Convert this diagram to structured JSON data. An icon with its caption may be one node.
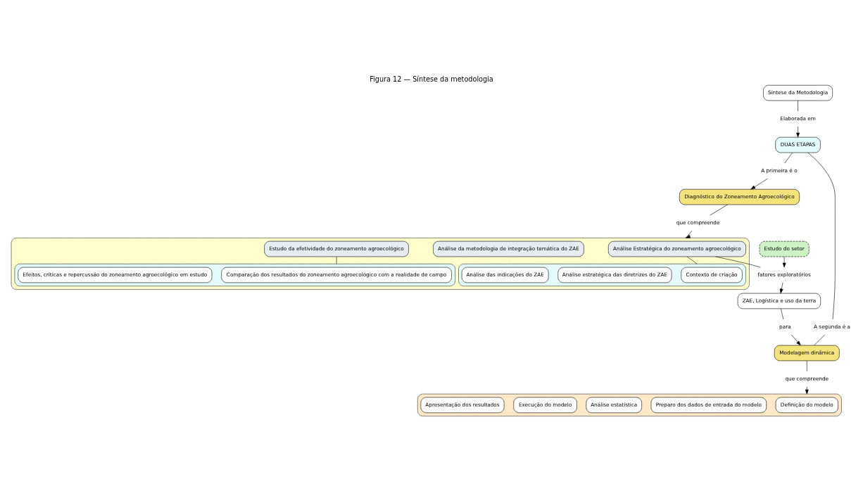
{
  "diagram": {
    "title": "Figura 12 — Síntese da metodologia",
    "nodes": [
      {
        "text": [
          "Síntese da Metodologia"
        ]
      },
      {
        "text": [
          "Elaborada em"
        ]
      },
      {
        "text": [
          "DUAS ETAPAS"
        ]
      },
      {
        "text": [
          "A primeira é o"
        ]
      },
      {
        "text": [
          "Diagnóstico do Zoneamento Agroecológico"
        ]
      },
      {
        "text": [
          "que compreende"
        ]
      },
      {
        "text": [],
        "shape": "box"
      },
      {
        "text": [
          "Análise Estratégica do zoneamento agroecológico"
        ],
        "in": 6
      },
      {
        "text": [],
        "shape": "box",
        "in": 6
      },
      {
        "text": [
          "Contexto de criação"
        ],
        "in": 8
      },
      {
        "text": [
          "Análise estratégica das diretrizes do ZAE"
        ],
        "in": 8
      },
      {
        "text": [
          "Análise das indicações do ZAE"
        ],
        "in": 8
      },
      {
        "text": [
          "Análise da metodologia de integração temática do ZAE"
        ],
        "in": 6
      },
      {
        "text": [
          "Estudo da efetividade do zoneamento agroecológico"
        ],
        "in": 6
      },
      {
        "text": [],
        "shape": "box",
        "in": 6
      },
      {
        "text": [
          "Comparação dos resultados do zoneamento agroecológico com a realidade de campo"
        ],
        "in": 14
      },
      {
        "text": [
          "Efeitos, críticas e repercussão do zoneamento agroecológico em estudo"
        ],
        "in": 14
      },
      {
        "text": [
          "A segunda é a"
        ]
      },
      {
        "text": [
          "ZAE, Logística e uso da terra"
        ]
      },
      {
        "text": [
          "fatores exploratórios"
        ]
      },
      {
        "text": [
          "Modelagem dinâmica"
        ]
      },
      {
        "text": [
          "para"
        ]
      },
      {
        "text": [
          "Estudo do setor"
        ]
      },
      {
        "text": [
          "que compreende"
        ]
      },
      {
        "text": [],
        "shape": "box"
      },
      {
        "text": [
          "Definição do modelo"
        ],
        "in": 24
      },
      {
        "text": [
          "Preparo dos dados de entrada do modelo"
        ],
        "in": 24
      },
      {
        "text": [
          "Análise estatística"
        ],
        "in": 24
      },
      {
        "text": [
          "Execução do modelo"
        ],
        "in": 24
      },
      {
        "text": [
          "Apresentação dos resultados"
        ],
        "in": 24
      }
    ],
    "edges": [
      {
        "from": 0,
        "to": 1,
        "arrow": "none"
      },
      {
        "from": 1,
        "to": 2,
        "arrow": "to"
      },
      {
        "from": 2,
        "to": 3,
        "arrow": "none"
      },
      {
        "from": 3,
        "to": 4,
        "arrow": "to"
      },
      {
        "from": 4,
        "to": 5,
        "arrow": "none"
      },
      {
        "from": 5,
        "to": 6,
        "arrow": "to"
      },
      {
        "from": 7,
        "to": 8,
        "arrow": "none"
      },
      {
        "from": 13,
        "to": 14,
        "arrow": "none"
      },
      {
        "from": 2,
        "to": 17,
        "arrow": "none"
      },
      {
        "from": 17,
        "to": 20,
        "arrow": "none"
      },
      {
        "from": 7,
        "to": 19,
        "arrow": "none"
      },
      {
        "from": 22,
        "to": 19,
        "arrow": "to"
      },
      {
        "from": 19,
        "to": 18,
        "arrow": "to"
      },
      {
        "from": 18,
        "to": 21,
        "arrow": "none"
      },
      {
        "from": 21,
        "to": 20,
        "arrow": "to"
      },
      {
        "from": 20,
        "to": 23,
        "arrow": "none"
      },
      {
        "from": 23,
        "to": 24,
        "arrow": "to"
      }
    ]
  }
}
